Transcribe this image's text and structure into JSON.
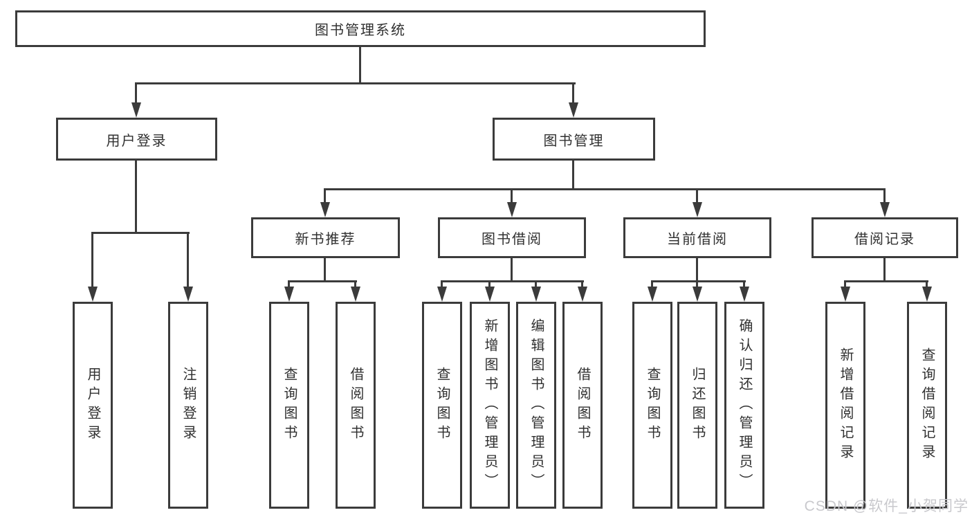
{
  "tree": {
    "root": "图书管理系统",
    "branches": [
      {
        "label": "用户登录",
        "leaves": [
          "用户登录",
          "注销登录"
        ]
      },
      {
        "label": "图书管理",
        "groups": [
          {
            "label": "新书推荐",
            "leaves": [
              "查询图书",
              "借阅图书"
            ]
          },
          {
            "label": "图书借阅",
            "leaves": [
              "查询图书",
              "新增图书（管理员）",
              "编辑图书（管理员）",
              "借阅图书"
            ]
          },
          {
            "label": "当前借阅",
            "leaves": [
              "查询图书",
              "归还图书",
              "确认归还（管理员）"
            ]
          },
          {
            "label": "借阅记录",
            "leaves": [
              "新增借阅记录",
              "查询借阅记录"
            ]
          }
        ]
      }
    ]
  },
  "watermark": "CSDN @软件_小贺同学",
  "colors": {
    "line": "#3b3b3b",
    "text": "#303030",
    "background": "#ffffff",
    "watermark": "#c9c9cd"
  }
}
